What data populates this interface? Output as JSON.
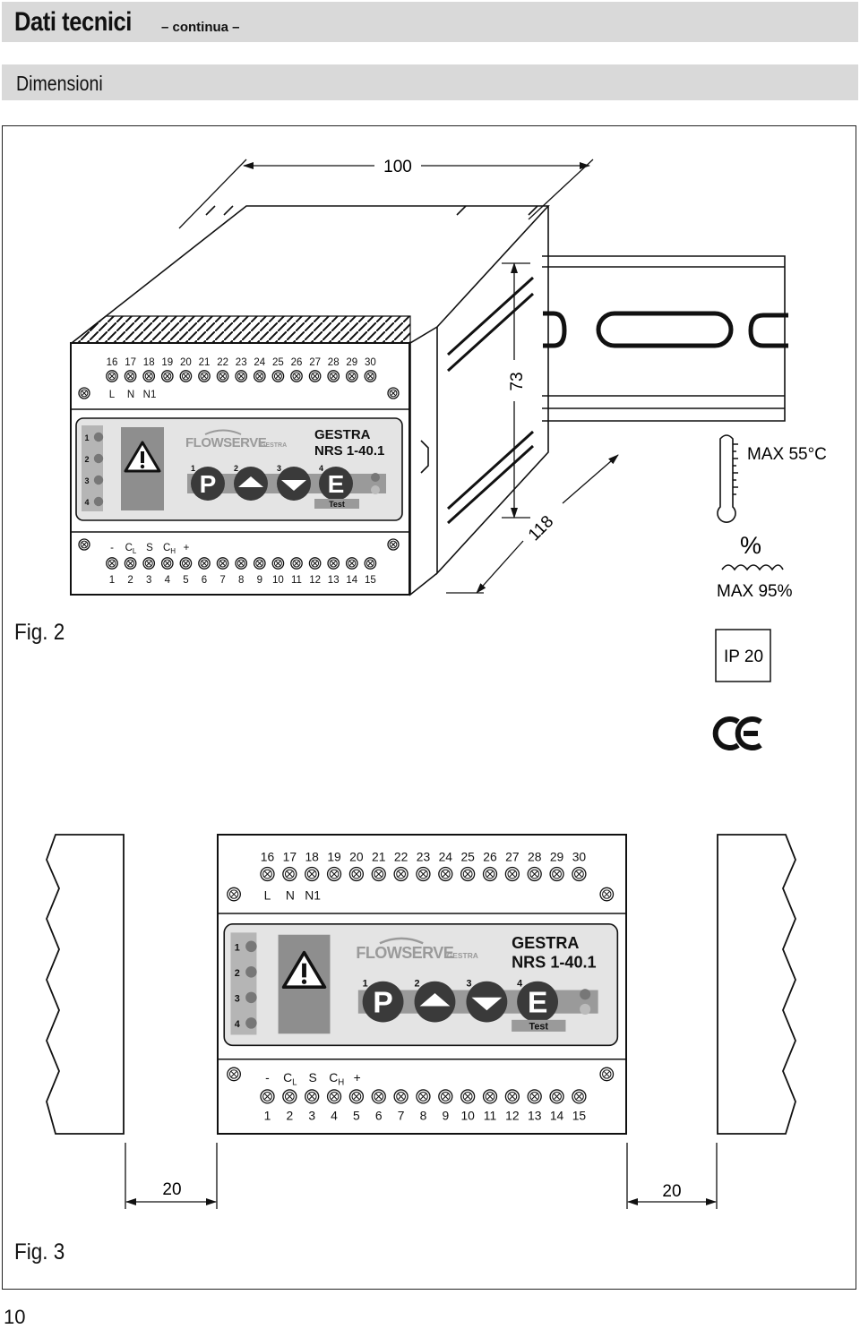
{
  "header": {
    "title": "Dati tecnici",
    "subtitle": "– continua –"
  },
  "section": {
    "title": "Dimensioni"
  },
  "fig2": {
    "label": "Fig. 2",
    "dim_width": "100",
    "dim_height": "73",
    "dim_depth": "118",
    "temp": "MAX 55°C",
    "humidity_symbol": "%",
    "humidity": "MAX 95%",
    "ip": "IP 20"
  },
  "device": {
    "top_terminals": [
      "16",
      "17",
      "18",
      "19",
      "20",
      "21",
      "22",
      "23",
      "24",
      "25",
      "26",
      "27",
      "28",
      "29",
      "30"
    ],
    "top_labels": [
      "L",
      "N",
      "N1"
    ],
    "bottom_labels": [
      "-",
      "CL",
      "S",
      "CH",
      "+"
    ],
    "bottom_terminals": [
      "1",
      "2",
      "3",
      "4",
      "5",
      "6",
      "7",
      "8",
      "9",
      "10",
      "11",
      "12",
      "13",
      "14",
      "15"
    ],
    "leds": [
      "1",
      "2",
      "3",
      "4"
    ],
    "brand": "FLOWSERVE",
    "brand_small": "GESTRA",
    "model_brand": "GESTRA",
    "model": "NRS 1-40.1",
    "buttons": [
      {
        "num": "1",
        "sym": "P"
      },
      {
        "num": "2",
        "sym": "up"
      },
      {
        "num": "3",
        "sym": "down"
      },
      {
        "num": "4",
        "sym": "E"
      }
    ],
    "test": "Test"
  },
  "fig3": {
    "label": "Fig. 3",
    "gap_left": "20",
    "gap_right": "20"
  },
  "page_number": "10"
}
